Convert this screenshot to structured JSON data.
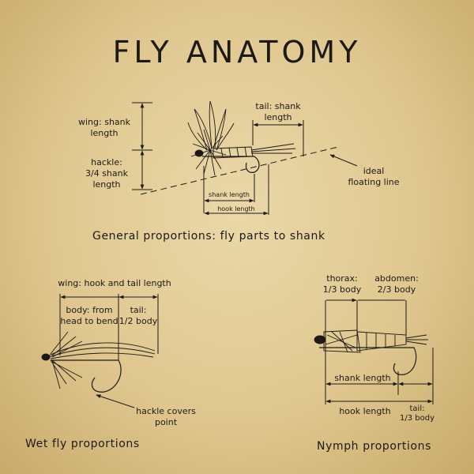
{
  "title": "FLY ANATOMY",
  "general": {
    "caption": "General proportions: fly parts to shank",
    "wing_label_1": "wing: shank",
    "wing_label_2": "length",
    "hackle_label_1": "hackle:",
    "hackle_label_2": "3/4 shank",
    "hackle_label_3": "length",
    "tail_label_1": "tail: shank",
    "tail_label_2": "length",
    "floating_label_1": "ideal",
    "floating_label_2": "floating line",
    "shank_length": "shank length",
    "hook_length": "hook length"
  },
  "wet": {
    "caption": "Wet fly proportions",
    "wing_label": "wing: hook and tail length",
    "body_label_1": "body: from",
    "body_label_2": "head to bend",
    "tail_label_1": "tail:",
    "tail_label_2": "1/2 body",
    "hackle_label_1": "hackle covers",
    "hackle_label_2": "point"
  },
  "nymph": {
    "caption": "Nymph proportions",
    "thorax_label_1": "thorax:",
    "thorax_label_2": "1/3 body",
    "abdomen_label_1": "abdomen:",
    "abdomen_label_2": "2/3 body",
    "shank_length": "shank length",
    "hook_length": "hook length",
    "tail_label_1": "tail:",
    "tail_label_2": "1/3 body"
  }
}
